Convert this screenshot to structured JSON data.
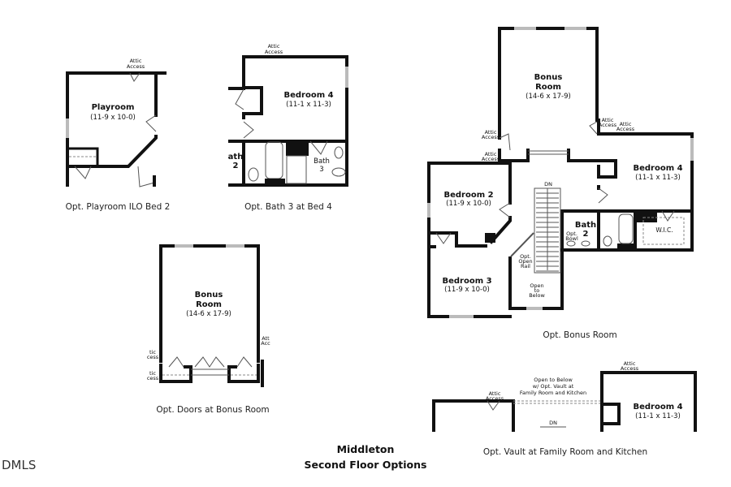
{
  "title": {
    "line1": "Middleton",
    "line2": "Second Floor Options"
  },
  "watermark": "DMLS",
  "attic_access": [
    "Attic",
    "Access"
  ],
  "plans": {
    "playroom": {
      "caption": "Opt. Playroom ILO Bed 2",
      "room": "Playroom",
      "dims": "(11-9 x 10-0)"
    },
    "bath3": {
      "caption": "Opt. Bath 3 at Bed 4",
      "room": "Bedroom 4",
      "dims": "(11-1 x 11-3)",
      "bath3": [
        "Bath",
        "3"
      ],
      "bath2_partial": [
        "ath",
        "2"
      ]
    },
    "doors": {
      "caption": "Opt. Doors at Bonus Room",
      "room": [
        "Bonus",
        "Room"
      ],
      "dims": "(14-6 x 17-9)",
      "partial_left": [
        "tic",
        "cess"
      ],
      "partial_right": [
        "Att",
        "Acc"
      ]
    },
    "bonus": {
      "caption": "Opt. Bonus Room",
      "bonus_room": [
        "Bonus",
        "Room"
      ],
      "bonus_dims": "(14-6 x 17-9)",
      "bedroom2": "Bedroom 2",
      "bedroom2_dims": "(11-9 x 10-0)",
      "bedroom3": "Bedroom 3",
      "bedroom3_dims": "(11-9 x 10-0)",
      "bedroom4": "Bedroom 4",
      "bedroom4_dims": "(11-1 x 11-3)",
      "bath2": [
        "Bath",
        "2"
      ],
      "opt_bowl": [
        "Opt.",
        "Bowl"
      ],
      "wic": "W.I.C.",
      "dn": "DN",
      "open_rail": [
        "Opt.",
        "Open",
        "Rail"
      ],
      "open_below": [
        "Open",
        "to",
        "Below"
      ]
    },
    "vault": {
      "caption": "Opt. Vault at Family Room and Kitchen",
      "open_below": [
        "Open to Below",
        "w/ Opt. Vault at",
        "Family Room and Kitchen"
      ],
      "dn": "DN",
      "bedroom4": "Bedroom 4",
      "bedroom4_dims": "(11-1 x 11-3)"
    }
  }
}
